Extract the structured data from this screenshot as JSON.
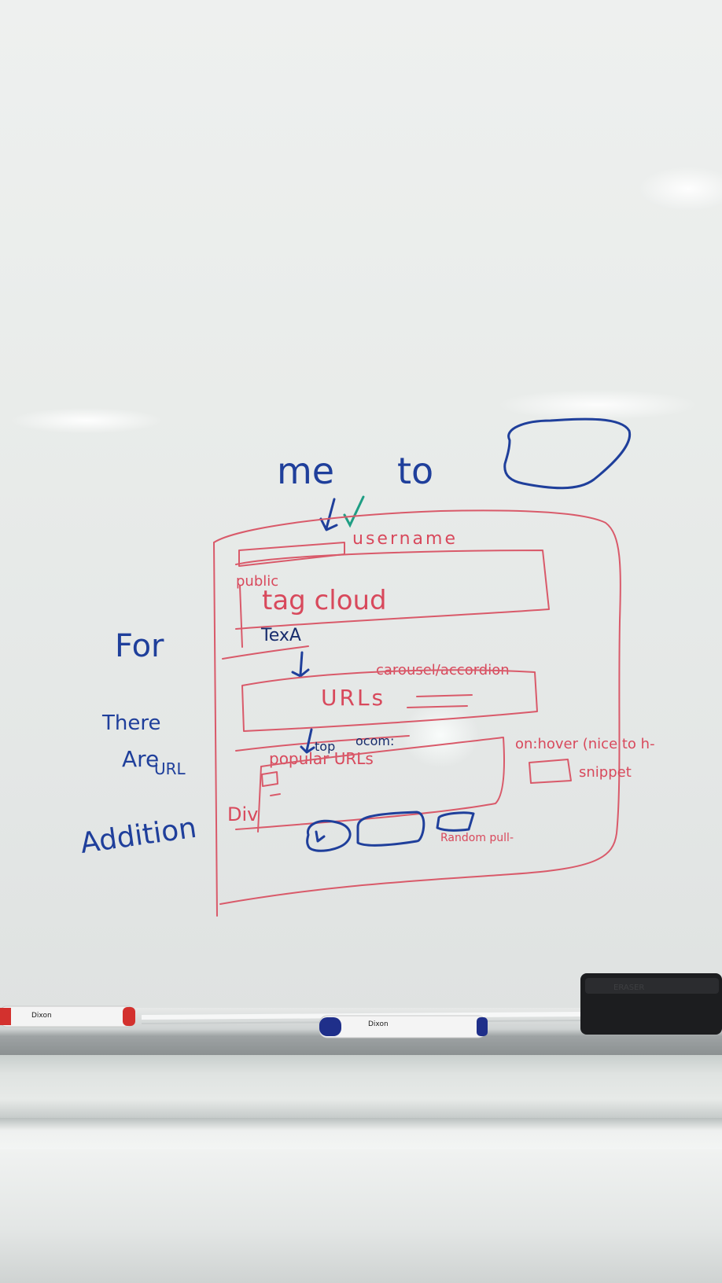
{
  "whiteboard": {
    "header": {
      "left": "me",
      "right": "to"
    },
    "sketch": {
      "username": "username",
      "public": "public",
      "tag_cloud": "tag cloud",
      "tex_a": "TexA",
      "carousel": "carousel/accordion",
      "urls": "URLs",
      "top": "top",
      "ocom": "ocom:",
      "popular_urls": "popular URLs",
      "div": "Div",
      "onhover": "on:hover (nice to h-",
      "snippet": "snippet",
      "random_pull": "Random pull-"
    },
    "side_notes": {
      "line_1": "For",
      "line_2": "There",
      "line_3": "Are",
      "line_4": "URL",
      "line_5": "Addition"
    }
  },
  "markers": {
    "red_marker": "Dixon",
    "blue_marker": "Dixon",
    "eraser": "ERASER"
  },
  "colors": {
    "red_ink": "#d8495c",
    "blue_ink": "#1f3f9b",
    "green_ink": "#1f9e84",
    "board": "#eceeed"
  }
}
